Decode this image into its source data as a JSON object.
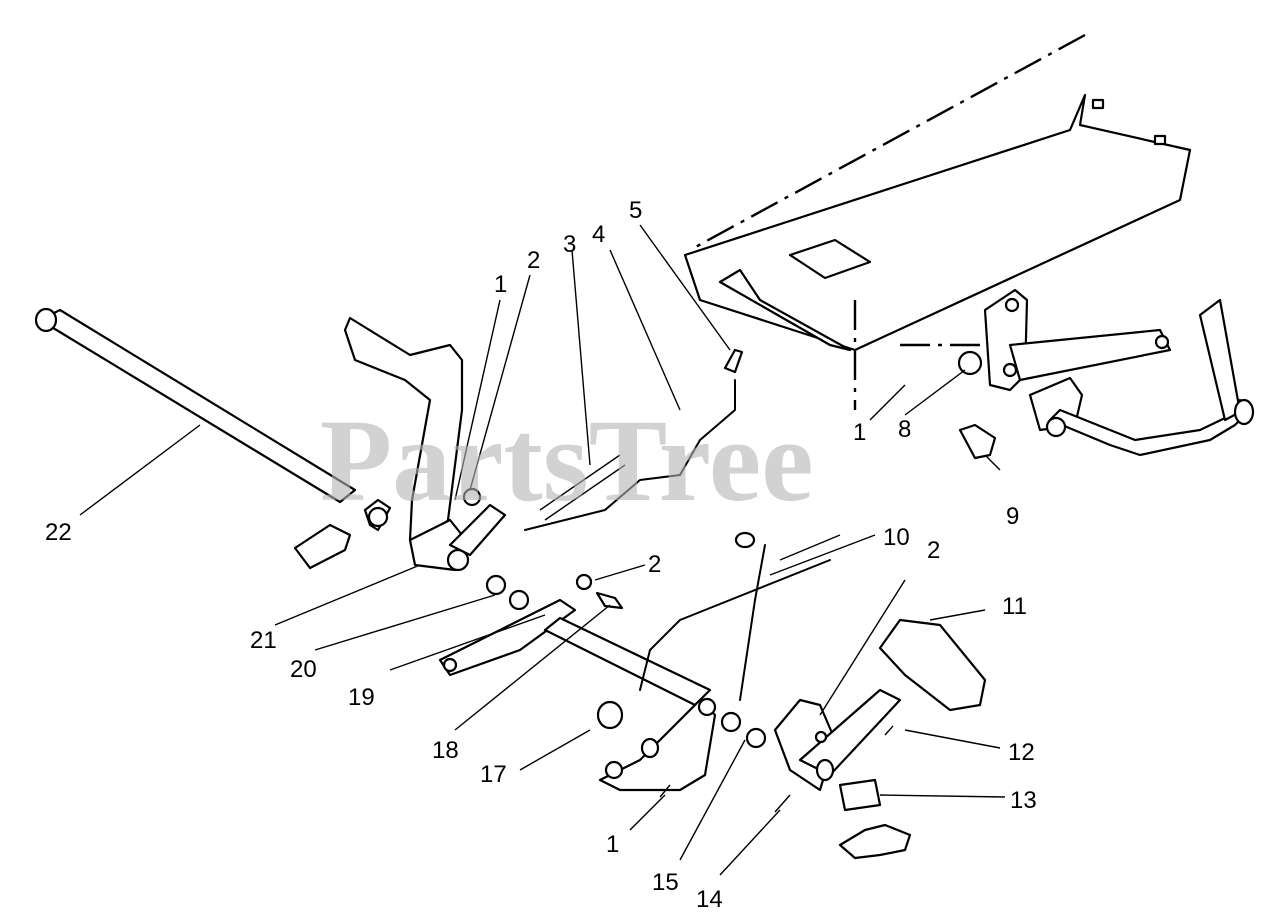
{
  "watermark": "PartsTree",
  "callouts": [
    {
      "id": "c1a",
      "text": "1"
    },
    {
      "id": "c2a",
      "text": "2"
    },
    {
      "id": "c3",
      "text": "3"
    },
    {
      "id": "c4",
      "text": "4"
    },
    {
      "id": "c5",
      "text": "5"
    },
    {
      "id": "c1b",
      "text": "1"
    },
    {
      "id": "c8",
      "text": "8"
    },
    {
      "id": "c9",
      "text": "9"
    },
    {
      "id": "c10",
      "text": "10"
    },
    {
      "id": "c2b",
      "text": "2"
    },
    {
      "id": "c11",
      "text": "11"
    },
    {
      "id": "c2c",
      "text": "2"
    },
    {
      "id": "c22",
      "text": "22"
    },
    {
      "id": "c21",
      "text": "21"
    },
    {
      "id": "c20",
      "text": "20"
    },
    {
      "id": "c19",
      "text": "19"
    },
    {
      "id": "c18",
      "text": "18"
    },
    {
      "id": "c17",
      "text": "17"
    },
    {
      "id": "c12",
      "text": "12"
    },
    {
      "id": "c13",
      "text": "13"
    },
    {
      "id": "c1c",
      "text": "1"
    },
    {
      "id": "c15",
      "text": "15"
    },
    {
      "id": "c14",
      "text": "14"
    }
  ]
}
